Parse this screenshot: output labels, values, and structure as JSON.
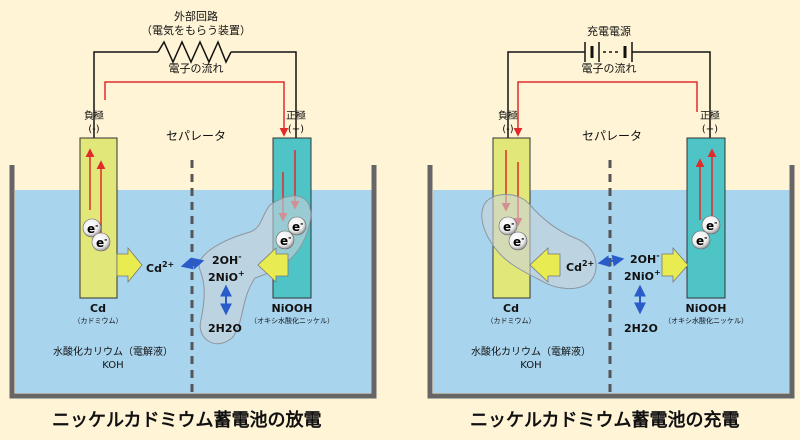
{
  "discharge": {
    "circuit_label_1": "外部回路",
    "circuit_label_2": "（電気をもらう装置）",
    "flow_label": "電子の流れ",
    "neg_label": "負極",
    "neg_sign": "(-)",
    "pos_label": "正極",
    "pos_sign": "(+)",
    "separator_label": "セパレータ",
    "cd_ion": "Cd",
    "cd_ion_sup": "2+",
    "oh": "2OH",
    "oh_sup": "-",
    "nio": "2NiO",
    "nio_sup": "+",
    "h2o": "2H2O",
    "anode_name": "Cd",
    "anode_sub": "（カドミウム）",
    "cathode_name": "NiOOH",
    "cathode_sub": "（オキシ水酸化ニッケル）",
    "electrolyte_1": "水酸化カリウム（電解液）",
    "electrolyte_2": "KOH",
    "electron": "e",
    "electron_sup": "-",
    "caption": "ニッケルカドミウム蓄電池の放電"
  },
  "charge": {
    "source_label": "充電電源",
    "flow_label": "電子の流れ",
    "neg_label": "負極",
    "neg_sign": "(-)",
    "pos_label": "正極",
    "pos_sign": "(+)",
    "separator_label": "セパレータ",
    "cd_ion": "Cd",
    "cd_ion_sup": "2+",
    "oh": "2OH",
    "oh_sup": "-",
    "nio": "2NiO",
    "nio_sup": "+",
    "h2o": "2H2O",
    "anode_name": "Cd",
    "anode_sub": "（カドミウム）",
    "cathode_name": "NiOOH",
    "cathode_sub": "（オキシ水酸化ニッケル）",
    "electrolyte_1": "水酸化カリウム（電解液）",
    "electrolyte_2": "KOH",
    "electron": "e",
    "electron_sup": "-",
    "caption": "ニッケルカドミウム蓄電池の充電"
  },
  "colors": {
    "background": "#fff4d6",
    "electrolyte": "#a9d4ee",
    "cd_electrode": "#e2e77a",
    "niooh_electrode": "#4fc4c6",
    "yellow_arrow": "#e8ec50",
    "flow_arrow": "#e02b2b",
    "ion_arrow": "#2a5cc9",
    "tank": "#666666"
  }
}
